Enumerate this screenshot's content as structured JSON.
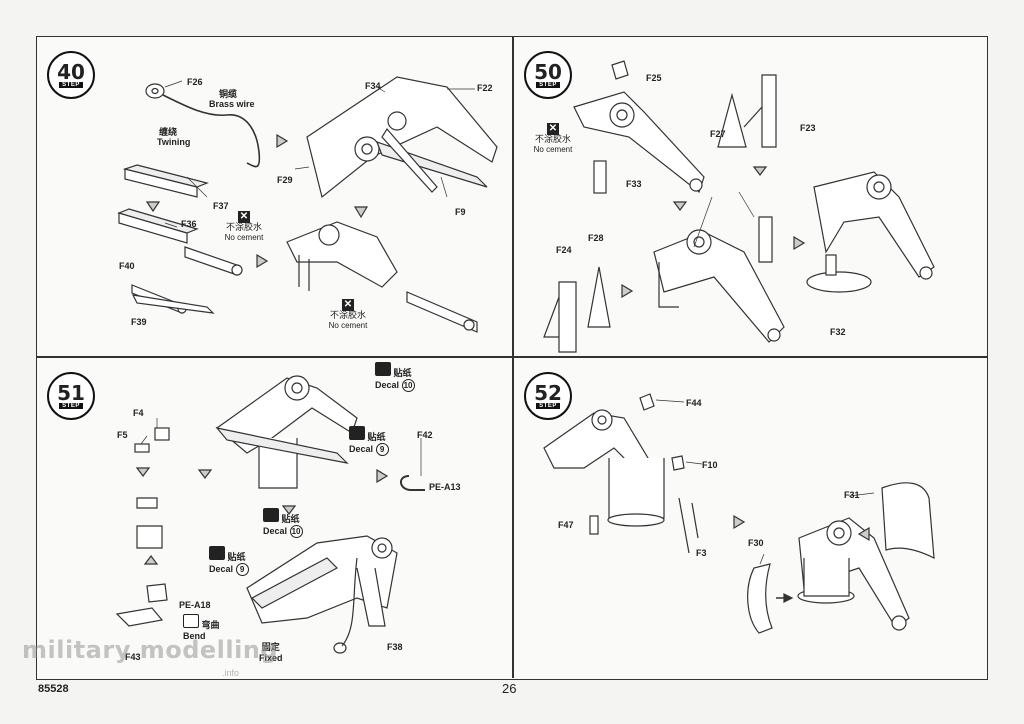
{
  "page": {
    "number": "26",
    "kit_code": "85528"
  },
  "watermark": {
    "text": "military modelling",
    "sub": ".info"
  },
  "step_word": "STEP",
  "steps": {
    "s40": {
      "number": "40",
      "labels": {
        "f26": "F26",
        "copper_cn": "铜缆",
        "brass_wire": "Brass wire",
        "twining_cn": "缠绕",
        "twining": "Twining",
        "f34": "F34",
        "f22": "F22",
        "f29": "F29",
        "f9": "F9",
        "f37": "F37",
        "f36": "F36",
        "f40": "F40",
        "f39": "F39",
        "nocement_cn": "不涂胶水",
        "nocement": "No cement"
      }
    },
    "s50": {
      "number": "50",
      "labels": {
        "f25": "F25",
        "f27": "F27",
        "f23": "F23",
        "f33": "F33",
        "f24": "F24",
        "f28": "F28",
        "f32": "F32",
        "nocement_cn": "不涂胶水",
        "nocement": "No cement"
      }
    },
    "s51": {
      "number": "51",
      "labels": {
        "f4": "F4",
        "f5": "F5",
        "decal_cn": "贴纸",
        "decal": "Decal",
        "n10": "10",
        "n9": "9",
        "f42": "F42",
        "pe_a13": "PE-A13",
        "pe_a18": "PE-A18",
        "bend_cn": "弯曲",
        "bend": "Bend",
        "f43": "F43",
        "fixed_cn": "固定",
        "fixed": "Fixed",
        "f38": "F38"
      }
    },
    "s52": {
      "number": "52",
      "labels": {
        "f44": "F44",
        "f10": "F10",
        "f47": "F47",
        "f3": "F3",
        "f31": "F31",
        "f30": "F30"
      }
    }
  }
}
